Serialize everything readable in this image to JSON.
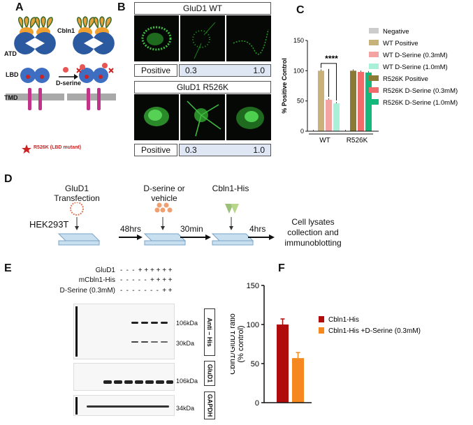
{
  "panels": {
    "A": "A",
    "B": "B",
    "C": "C",
    "D": "D",
    "E": "E",
    "F": "F"
  },
  "panel_a": {
    "cbln1": "Cbln1",
    "atd": "ATD",
    "lbd": "LBD",
    "tmd": "TMD",
    "dserine": "D-serine",
    "mutant": "R526K (LBD mutant)"
  },
  "panel_b": {
    "wt_title": "GluD1 WT",
    "r526k_title": "GluD1 R526K",
    "positive": "Positive",
    "conc_low": "0.3",
    "conc_high": "1.0"
  },
  "panel_d": {
    "transfection": [
      "GluD1",
      "Transfection"
    ],
    "dserine": [
      "D-serine or",
      "vehicle"
    ],
    "cbln1": "Cbln1-His",
    "cell_line": "HEK293T",
    "t1": "48hrs",
    "t2": "30min",
    "t3": "4hrs",
    "final": [
      "Cell lysates",
      "collection and",
      "immunoblotting"
    ]
  },
  "panel_e": {
    "row_labels": [
      "GluD1",
      "mCbln1-His",
      "D-Serine (0.3mM)"
    ],
    "row_signs": [
      [
        "-",
        "-",
        "-",
        "+",
        "+",
        "+",
        "+",
        "+",
        "+"
      ],
      [
        "-",
        "-",
        "-",
        "-",
        "-",
        "+",
        "+",
        "+",
        "+"
      ],
      [
        "-",
        "-",
        "-",
        "-",
        "-",
        "-",
        "-",
        "+",
        "+"
      ]
    ],
    "antibodies": [
      "Anti – His",
      "GluD1",
      "GAPDH"
    ],
    "mw": [
      "106kDa",
      "30kDa",
      "106kDa",
      "34kDa"
    ]
  },
  "chart_data": [
    {
      "type": "bar",
      "panel": "C",
      "ylabel": "% Positive Control",
      "ylim": [
        0,
        150
      ],
      "yticks": [
        0,
        50,
        100,
        150
      ],
      "categories": [
        "WT",
        "R526K"
      ],
      "significance": "****",
      "series": [
        {
          "name": "Negative",
          "color": "#cccccc",
          "values": [
            0,
            0
          ]
        },
        {
          "name": "WT Positive",
          "color": "#c9b27a",
          "values": [
            100,
            null
          ]
        },
        {
          "name": "WT D-Serine (0.3mM)",
          "color": "#f4a3a3",
          "values": [
            52,
            null
          ]
        },
        {
          "name": "WT D-Serine (1.0mM)",
          "color": "#a9f0d8",
          "values": [
            46,
            null
          ]
        },
        {
          "name": "R526K Positive",
          "color": "#8a7a35",
          "values": [
            null,
            100
          ]
        },
        {
          "name": "R526K D-Serine (0.3mM)",
          "color": "#f26b6b",
          "values": [
            null,
            98
          ]
        },
        {
          "name": "R526K D-Serine (1.0mM)",
          "color": "#14b87a",
          "values": [
            null,
            97
          ]
        }
      ],
      "legend_position": "right"
    },
    {
      "type": "bar",
      "panel": "F",
      "ylabel": "Cbln1/GluD1 ratio (% control)",
      "ylabel_lines": [
        "Cbln1/GluD1 ratio",
        "(% control)"
      ],
      "ylim": [
        0,
        150
      ],
      "yticks": [
        0,
        50,
        100,
        150
      ],
      "series": [
        {
          "name": "Cbln1-His",
          "color": "#b00c0c",
          "values": [
            100
          ]
        },
        {
          "name": "Cbln1-His +D-Serine (0.3mM)",
          "color": "#f5881f",
          "values": [
            57
          ]
        }
      ],
      "legend_position": "right"
    }
  ]
}
